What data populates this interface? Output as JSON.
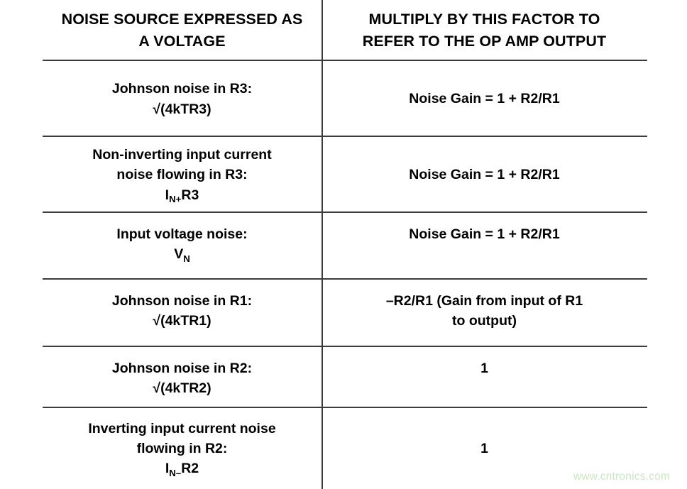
{
  "table": {
    "headers": {
      "left": [
        "NOISE SOURCE EXPRESSED AS",
        "A VOLTAGE"
      ],
      "right": [
        "MULTIPLY BY THIS FACTOR TO",
        "REFER TO THE OP AMP OUTPUT"
      ]
    },
    "rows": [
      {
        "source_lines": [
          "Johnson noise in R3:"
        ],
        "source_formula_pre": "√(4kTR3)",
        "source_formula_sub": "",
        "source_formula_post": "",
        "factor_lines": [
          "Noise Gain = 1 + R2/R1"
        ]
      },
      {
        "source_lines": [
          "Non-inverting input current",
          "noise flowing in R3:"
        ],
        "source_formula_pre": "I",
        "source_formula_sub": "N+",
        "source_formula_post": "R3",
        "factor_lines": [
          "Noise Gain = 1 + R2/R1"
        ]
      },
      {
        "source_lines": [
          "Input voltage noise:"
        ],
        "source_formula_pre": "V",
        "source_formula_sub": "N",
        "source_formula_post": "",
        "factor_lines": [
          "Noise Gain = 1 + R2/R1"
        ]
      },
      {
        "source_lines": [
          "Johnson noise in R1:"
        ],
        "source_formula_pre": "√(4kTR1)",
        "source_formula_sub": "",
        "source_formula_post": "",
        "factor_lines": [
          "–R2/R1 (Gain from input of R1",
          "to output)"
        ]
      },
      {
        "source_lines": [
          "Johnson noise in R2:"
        ],
        "source_formula_pre": "√(4kTR2)",
        "source_formula_sub": "",
        "source_formula_post": "",
        "factor_lines": [
          "1"
        ]
      },
      {
        "source_lines": [
          "Inverting input current noise",
          "flowing in R2:"
        ],
        "source_formula_pre": "I",
        "source_formula_sub": "N–",
        "source_formula_post": "R2",
        "factor_lines": [
          "1"
        ]
      }
    ]
  },
  "watermark": {
    "text": "www.cntronics.com",
    "color": "#cbe6c2"
  },
  "colors": {
    "rule": "#3c3c3c",
    "text": "#000000",
    "background": "#ffffff"
  }
}
